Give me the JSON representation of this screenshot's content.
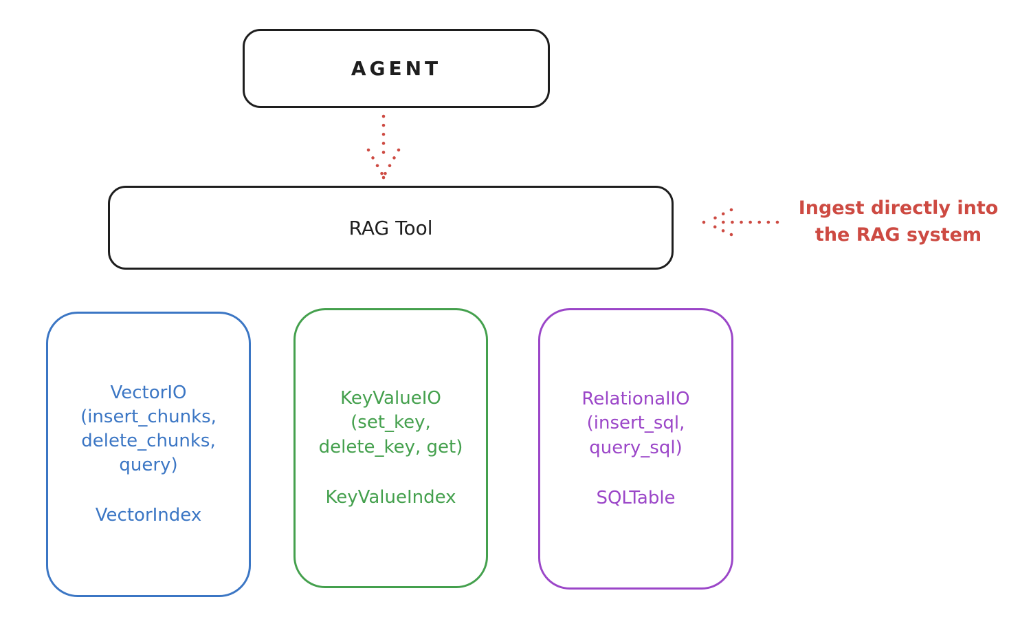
{
  "colors": {
    "background": "#ffffff",
    "ink": "#1e1e1e",
    "red": "#cd4a42",
    "blue": "#3b76c4",
    "green": "#44a04d",
    "purple": "#9b46c8"
  },
  "agent": {
    "label": "AGENT"
  },
  "rag_tool": {
    "label": "RAG Tool"
  },
  "annotation": {
    "text": "Ingest directly into\nthe RAG system",
    "color": "#cd4a42"
  },
  "arrows": [
    {
      "id": "agent-to-rag-tool",
      "style": "dotted",
      "color": "#cd4a42",
      "direction": "down"
    },
    {
      "id": "ingest-into-rag-tool",
      "style": "dotted",
      "color": "#cd4a42",
      "direction": "left"
    }
  ],
  "backends": [
    {
      "id": "vector-io",
      "color": "#3b76c4",
      "title": "VectorIO\n(insert_chunks,\ndelete_chunks,\nquery)",
      "index": "VectorIndex"
    },
    {
      "id": "keyvalue-io",
      "color": "#44a04d",
      "title": "KeyValueIO\n(set_key,\ndelete_key, get)",
      "index": "KeyValueIndex"
    },
    {
      "id": "relational-io",
      "color": "#9b46c8",
      "title": "RelationalIO\n(insert_sql,\nquery_sql)",
      "index": "SQLTable"
    }
  ]
}
